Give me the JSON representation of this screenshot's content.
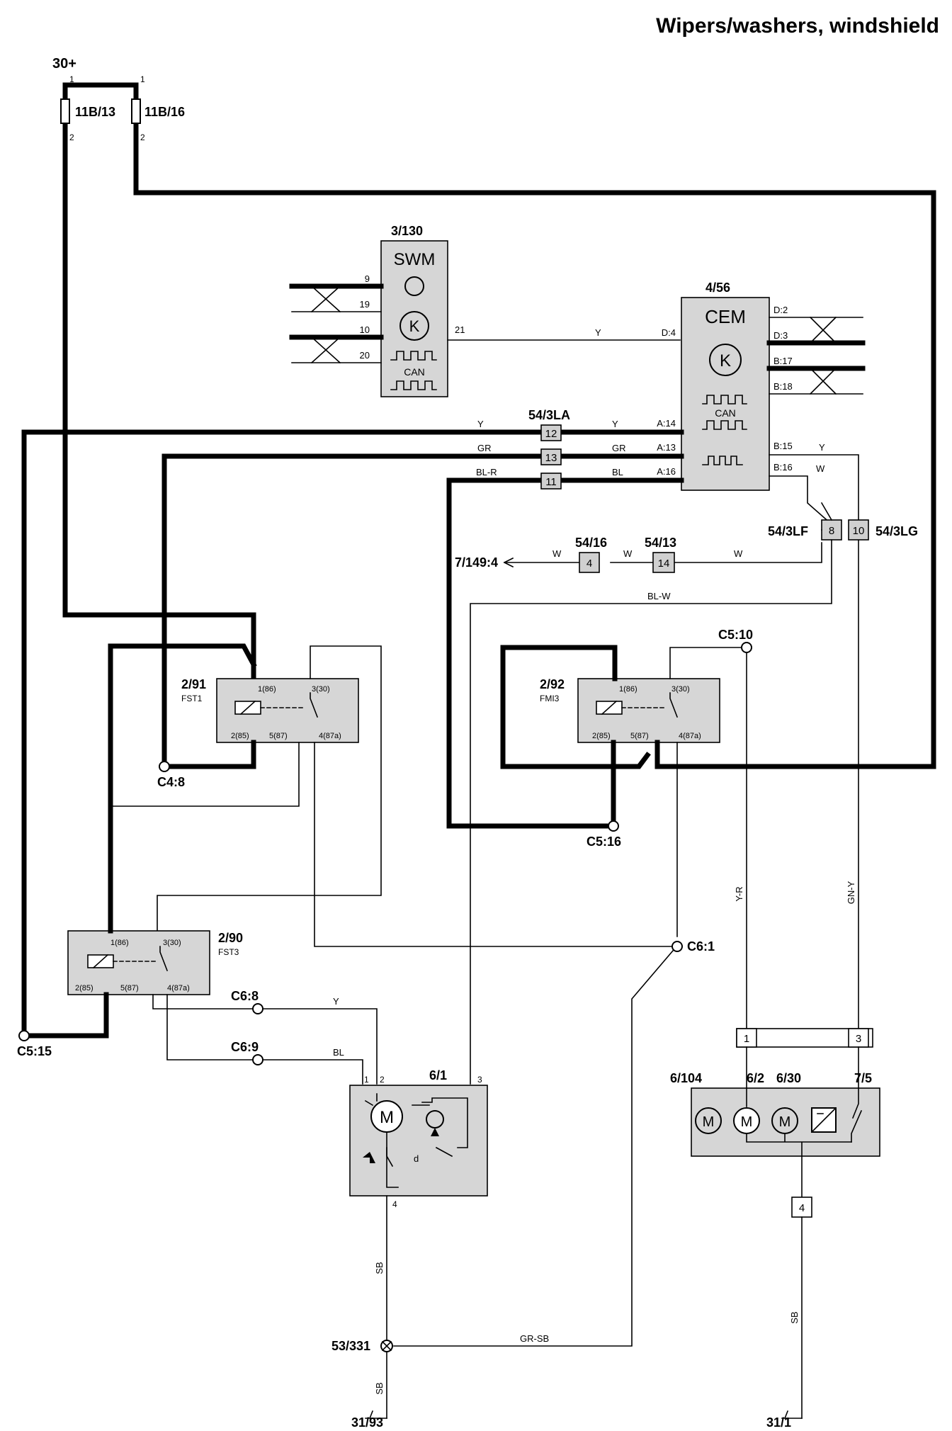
{
  "title": "Wipers/washers, windshield",
  "supply": "30+",
  "fuses": {
    "f1": "11B/13",
    "f2": "11B/16",
    "pin1": "1",
    "pin2": "2"
  },
  "swm": {
    "id": "3/130",
    "name": "SWM",
    "can": "CAN",
    "pins": [
      "9",
      "19",
      "10",
      "20",
      "21"
    ]
  },
  "cem": {
    "id": "4/56",
    "name": "CEM",
    "can": "CAN",
    "pins": [
      "D:2",
      "D:3",
      "B:17",
      "B:18",
      "D:4",
      "A:14",
      "A:13",
      "A:16",
      "B:15",
      "B:16"
    ]
  },
  "connectors": {
    "c54_3la": "54/3LA",
    "c54_3lf": "54/3LF",
    "c54_3lg": "54/3LG",
    "c54_16": "54/16",
    "c54_13": "54/13",
    "c7_149": "7/149:4"
  },
  "conn_pins": {
    "p12": "12",
    "p13": "13",
    "p11": "11",
    "p8": "8",
    "p10": "10",
    "p4": "4",
    "p14": "14",
    "p1": "1",
    "p3": "3",
    "p4b": "4"
  },
  "wires": {
    "y": "Y",
    "gr": "GR",
    "blr": "BL-R",
    "bl": "BL",
    "w": "W",
    "blw": "BL-W",
    "yr": "Y-R",
    "gny": "GN-Y",
    "sb": "SB",
    "grsb": "GR-SB"
  },
  "relays": [
    {
      "id": "2/91",
      "name": "FST1",
      "p86": "1(86)",
      "p30": "3(30)",
      "p85": "2(85)",
      "p87": "5(87)",
      "p87a": "4(87a)"
    },
    {
      "id": "2/92",
      "name": "FMI3",
      "p86": "1(86)",
      "p30": "3(30)",
      "p85": "2(85)",
      "p87": "5(87)",
      "p87a": "4(87a)"
    },
    {
      "id": "2/90",
      "name": "FST3",
      "p86": "1(86)",
      "p30": "3(30)",
      "p85": "2(85)",
      "p87": "5(87)",
      "p87a": "4(87a)"
    }
  ],
  "nodes": {
    "c4_8": "C4:8",
    "c5_16": "C5:16",
    "c5_10": "C5:10",
    "c5_15": "C5:15",
    "c6_1": "C6:1",
    "c6_8": "C6:8",
    "c6_9": "C6:9"
  },
  "motor": {
    "id": "6/1",
    "m": "M",
    "pins": [
      "1",
      "2",
      "3",
      "4"
    ],
    "d": "d"
  },
  "pump": {
    "id6_104": "6/104",
    "id6_2": "6/2",
    "id6_30": "6/30",
    "id7_5": "7/5",
    "m": "M"
  },
  "grounds": {
    "g53": "53/331",
    "g31_93": "31/93",
    "g31_1": "31/1"
  }
}
